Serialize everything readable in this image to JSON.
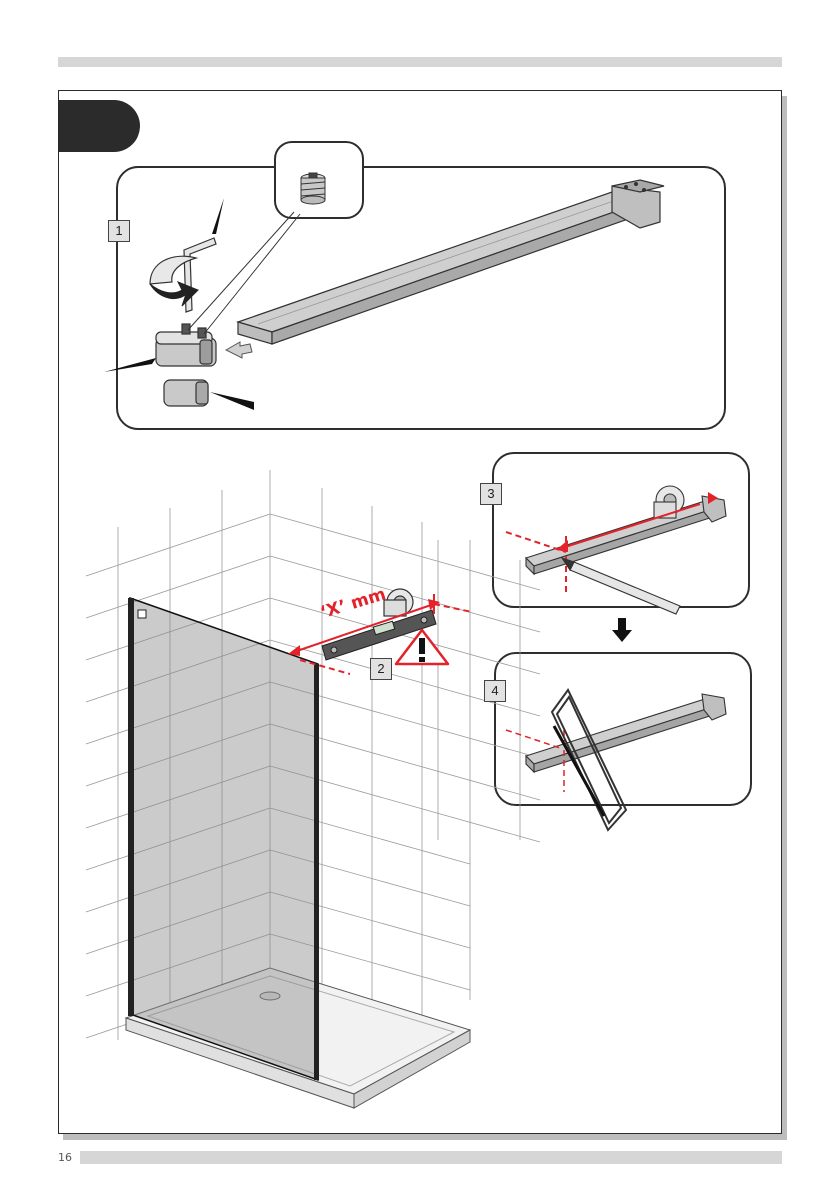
{
  "page": {
    "number": "16"
  },
  "steps": {
    "s1": "1",
    "s2": "2",
    "s3": "3",
    "s4": "4"
  },
  "annotations": {
    "measure": "‘X’ mm"
  },
  "colors": {
    "accent_red": "#e3222a",
    "frame_dark": "#2b2b2b",
    "bar_grey": "#d6d6d6"
  },
  "icons": [
    "allen-key-icon",
    "rotate-arrow-icon",
    "grub-screw-icon",
    "warning-icon",
    "spirit-level-icon",
    "tape-measure-icon",
    "pencil-icon",
    "hacksaw-icon",
    "down-arrow-icon"
  ]
}
